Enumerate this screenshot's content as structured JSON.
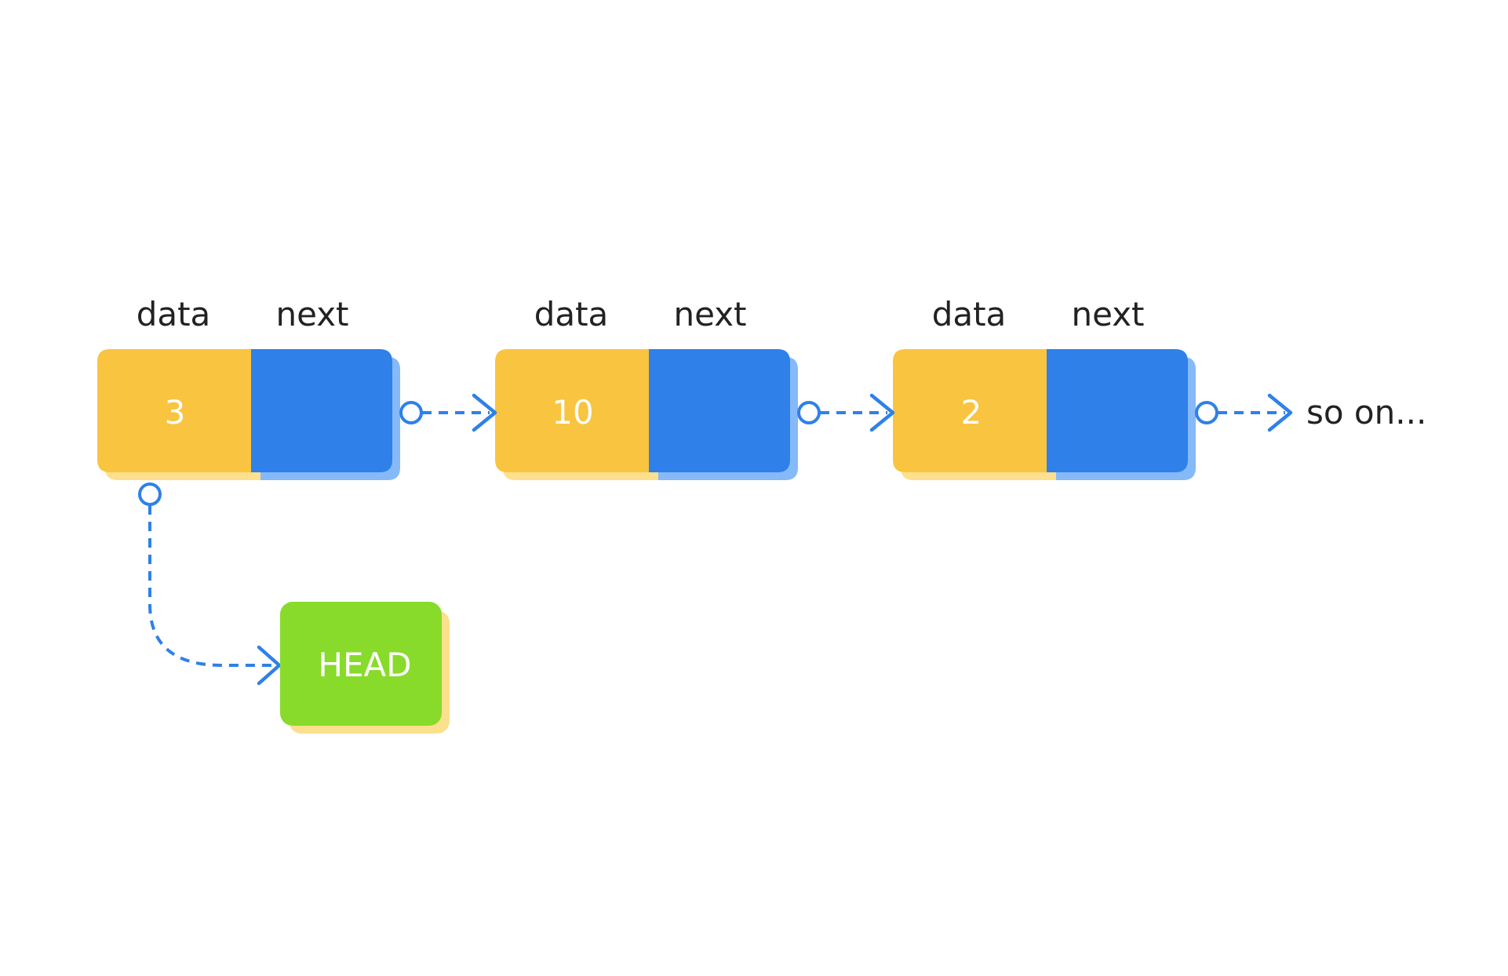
{
  "nodes": [
    {
      "data_label": "data",
      "next_label": "next",
      "value": "3"
    },
    {
      "data_label": "data",
      "next_label": "next",
      "value": "10"
    },
    {
      "data_label": "data",
      "next_label": "next",
      "value": "2"
    }
  ],
  "head": {
    "label": "HEAD"
  },
  "trailing": {
    "label": "so on..."
  },
  "colors": {
    "data_cell": "#F9C440",
    "data_shadow": "#FCE08E",
    "next_cell": "#2F80E9",
    "next_shadow": "#86B9F7",
    "head_box": "#88DB2A",
    "head_shadow": "#FCE08E",
    "pointer": "#2F80E9",
    "label_text": "#222222",
    "cell_text": "#FFFFFF"
  }
}
